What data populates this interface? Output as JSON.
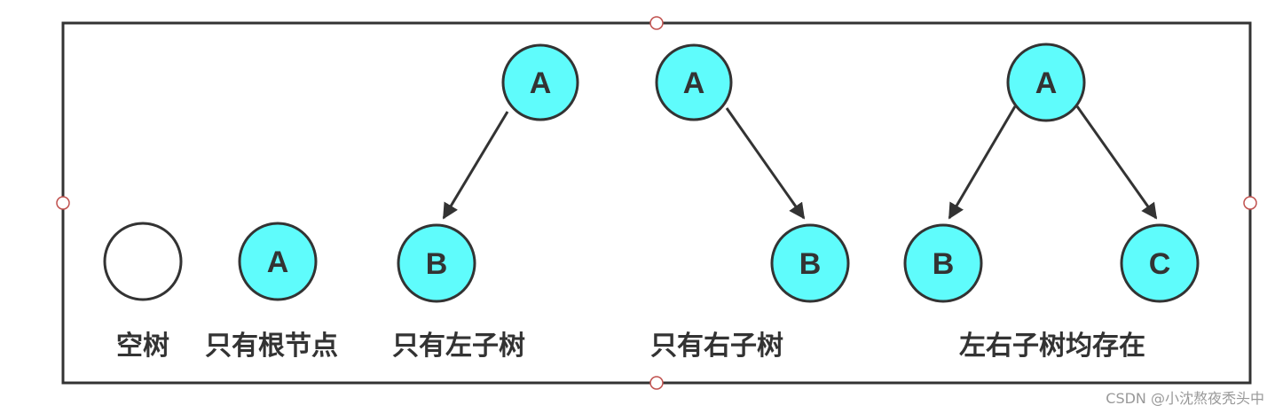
{
  "colors": {
    "node_fill": "#5ffcfc",
    "stroke": "#333333",
    "handle": "#c0504d"
  },
  "trees": [
    {
      "caption": "空树",
      "nodes": [
        ""
      ]
    },
    {
      "caption": "只有根节点",
      "nodes": [
        "A"
      ]
    },
    {
      "caption": "只有左子树",
      "nodes": [
        "A",
        "B"
      ]
    },
    {
      "caption": "只有右子树",
      "nodes": [
        "A",
        "B"
      ]
    },
    {
      "caption": "左右子树均存在",
      "nodes": [
        "A",
        "B",
        "C"
      ]
    }
  ],
  "watermark": "CSDN @小沈熬夜秃头中"
}
